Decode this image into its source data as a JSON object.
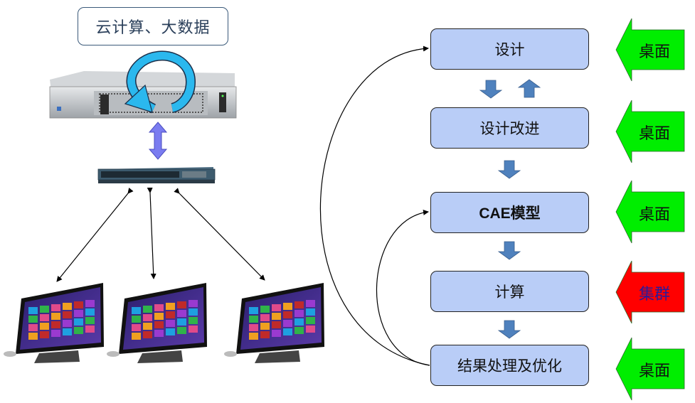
{
  "left_panel": {
    "cloud_label": "云计算、大数据",
    "server": "server-rack",
    "switch": "network-switch",
    "workstations": [
      "all-in-one-pc",
      "all-in-one-pc",
      "all-in-one-pc"
    ]
  },
  "workflow": {
    "steps": [
      {
        "label": "设计",
        "resource": "桌面",
        "resource_color": "#00ee00",
        "resource_text_color": "#111111"
      },
      {
        "label": "设计改进",
        "resource": "桌面",
        "resource_color": "#00ee00",
        "resource_text_color": "#111111"
      },
      {
        "label": "CAE模型",
        "resource": "桌面",
        "resource_color": "#00ee00",
        "resource_text_color": "#111111"
      },
      {
        "label": "计算",
        "resource": "集群",
        "resource_color": "#ff0000",
        "resource_text_color": "#2a1a9a"
      },
      {
        "label": "结果处理及优化",
        "resource": "桌面",
        "resource_color": "#00ee00",
        "resource_text_color": "#111111"
      }
    ],
    "step_fill": "#b9cdf7",
    "connector_color": "#4f81bd"
  }
}
